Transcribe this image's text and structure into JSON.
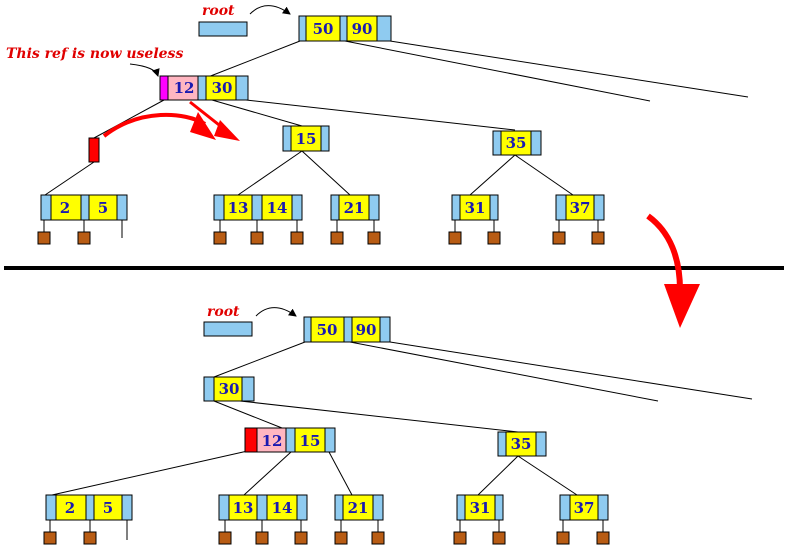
{
  "labels": {
    "root_top": "root",
    "root_bottom": "root",
    "useless_note": "This ref is now useless"
  },
  "colors": {
    "key_fill": "#ffff00",
    "pointer_fill": "#8fcbf0",
    "useless_pointer": "#ff00ff",
    "stale_key_fill": "#ffb6c1",
    "red_marker": "#ff0000",
    "arrow_red": "#ff0000",
    "leaf_block": "#b85c14",
    "key_text": "#1a1ab0",
    "label_text": "#e00000"
  },
  "top_tree": {
    "root_node": [
      "50",
      "90"
    ],
    "parent_node": [
      "12",
      "30"
    ],
    "node_15": [
      "15"
    ],
    "node_35": [
      "35"
    ],
    "leaf_2_5": [
      "2",
      "5"
    ],
    "leaf_13_14": [
      "13",
      "14"
    ],
    "leaf_21": [
      "21"
    ],
    "leaf_31": [
      "31"
    ],
    "leaf_37": [
      "37"
    ]
  },
  "bottom_tree": {
    "root_node": [
      "50",
      "90"
    ],
    "node_30": [
      "30"
    ],
    "merged_node": [
      "12",
      "15"
    ],
    "node_35": [
      "35"
    ],
    "leaf_2_5": [
      "2",
      "5"
    ],
    "leaf_13_14": [
      "13",
      "14"
    ],
    "leaf_21": [
      "21"
    ],
    "leaf_31": [
      "31"
    ],
    "leaf_37": [
      "37"
    ]
  }
}
